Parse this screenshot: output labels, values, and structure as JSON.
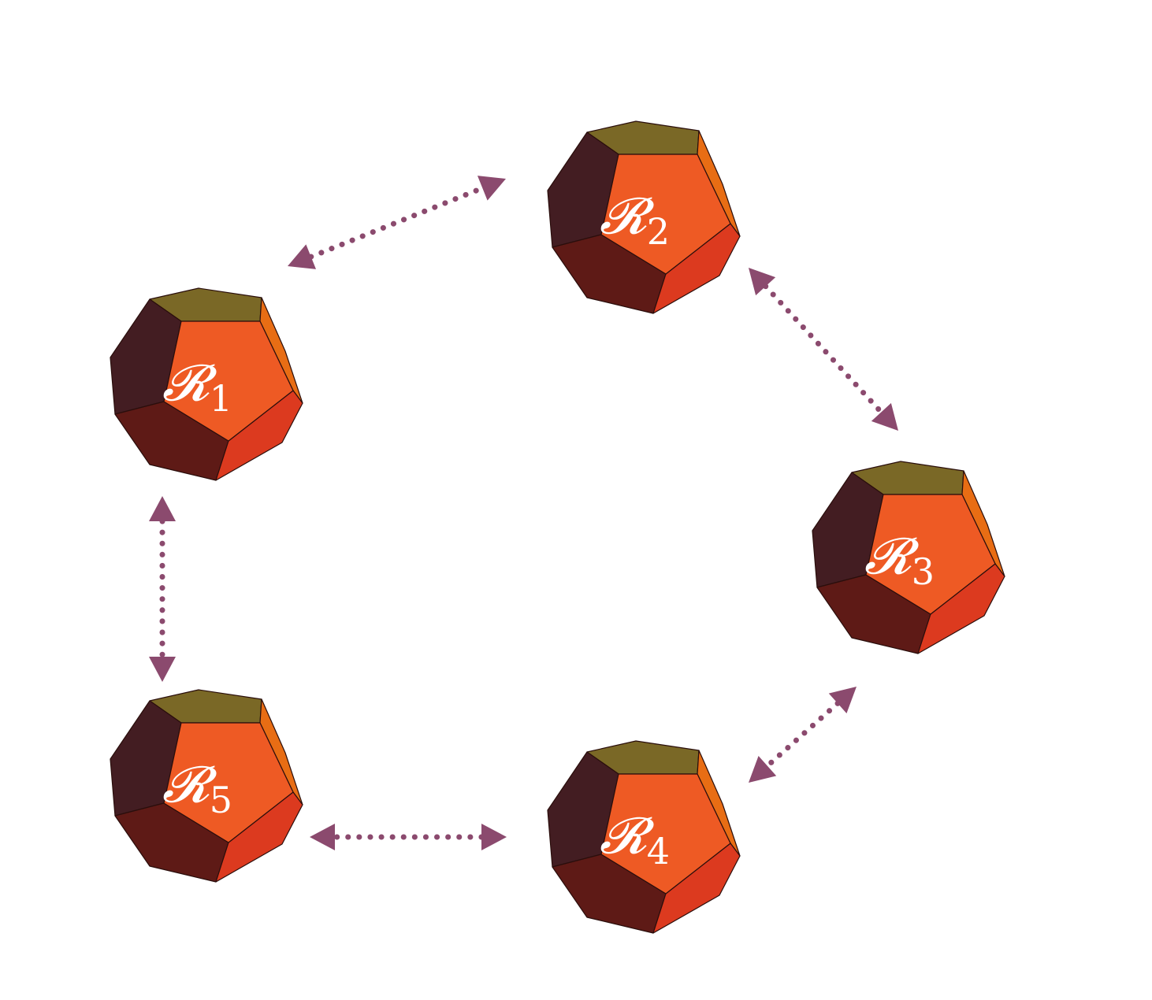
{
  "colors": {
    "face_front": "#ee5a24",
    "face_top": "#7a6826",
    "face_left": "#431d22",
    "face_bottom": "#5e1a16",
    "face_right_upper": "#e86d14",
    "face_right_lower": "#dc3a1f",
    "edge": "#2a0e0c",
    "arrow": "#8b4a6e",
    "label": "#ffffff"
  },
  "nodes": [
    {
      "id": "r1",
      "letter": "𝓡",
      "sub": "1"
    },
    {
      "id": "r2",
      "letter": "𝓡",
      "sub": "2"
    },
    {
      "id": "r3",
      "letter": "𝓡",
      "sub": "3"
    },
    {
      "id": "r4",
      "letter": "𝓡",
      "sub": "4"
    },
    {
      "id": "r5",
      "letter": "𝓡",
      "sub": "5"
    }
  ],
  "links": [
    {
      "from": "r1",
      "to": "r2",
      "bidirectional": true
    },
    {
      "from": "r2",
      "to": "r3",
      "bidirectional": true
    },
    {
      "from": "r3",
      "to": "r4",
      "bidirectional": true
    },
    {
      "from": "r4",
      "to": "r5",
      "bidirectional": true
    },
    {
      "from": "r5",
      "to": "r1",
      "bidirectional": true
    }
  ]
}
